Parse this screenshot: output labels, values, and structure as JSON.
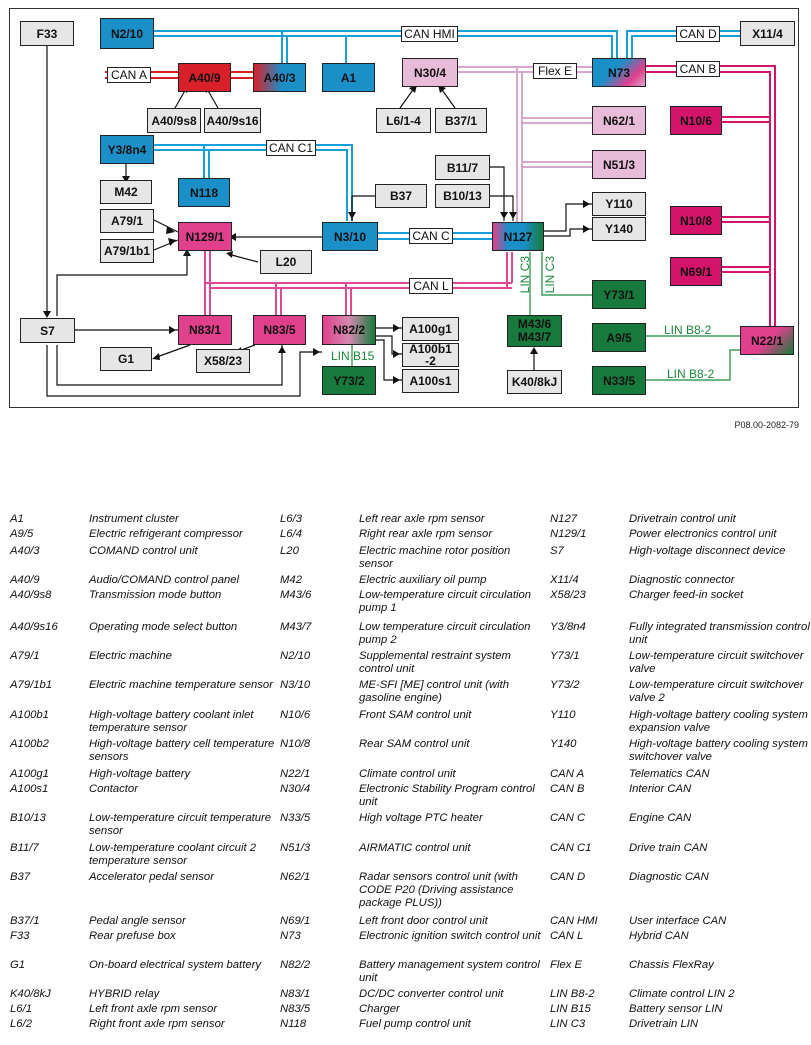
{
  "colors": {
    "can_blue": "#1aa0d8",
    "can_pink": "#e04890",
    "can_lightpink": "#d8a8cc",
    "can_red": "#d42020",
    "lin_green": "#1a8a3a",
    "ecu_blue": "#1a8fc8",
    "ecu_red": "#d8202a",
    "ecu_pink": "#e0408c",
    "ecu_magenta": "#d4146a",
    "ecu_lightpink": "#e8bcd8",
    "ecu_green": "#177a3c",
    "ecu_gray": "#e6e6e6"
  },
  "diagram": {
    "nodes": {
      "F33": "F33",
      "N2_10": "N2/10",
      "X11_4": "X11/4",
      "A40_9": "A40/9",
      "A40_3": "A40/3",
      "A1": "A1",
      "N30_4": "N30/4",
      "N73": "N73",
      "A40_9s8": "A40/9s8",
      "A40_9s16": "A40/9s16",
      "L6_1_4": "L6/1-4",
      "B37_1": "B37/1",
      "N62_1": "N62/1",
      "N10_6": "N10/6",
      "Y3_8n4": "Y3/8n4",
      "B11_7": "B11/7",
      "N51_3": "N51/3",
      "M42": "M42",
      "N118": "N118",
      "B37": "B37",
      "B10_13": "B10/13",
      "Y110": "Y110",
      "N10_8": "N10/8",
      "A79_1": "A79/1",
      "N129_1": "N129/1",
      "N3_10": "N3/10",
      "N127": "N127",
      "Y140": "Y140",
      "A79_1b1": "A79/1b1",
      "L20": "L20",
      "N69_1": "N69/1",
      "Y73_1": "Y73/1",
      "S7": "S7",
      "N83_1": "N83/1",
      "N83_5": "N83/5",
      "N82_2": "N82/2",
      "A100g1": "A100g1",
      "M43_6_7": "M43/6\nM43/7",
      "A9_5": "A9/5",
      "N22_1": "N22/1",
      "G1": "G1",
      "X58_23": "X58/23",
      "A100b1_2": "A100b1 -2",
      "Y73_2": "Y73/2",
      "A100s1": "A100s1",
      "K40_8kJ": "K40/8kJ",
      "N33_5": "N33/5"
    },
    "bus_labels": {
      "can_hmi": "CAN HMI",
      "can_d": "CAN D",
      "can_a": "CAN A",
      "flex_e": "Flex E",
      "can_b": "CAN B",
      "can_c1": "CAN C1",
      "can_c": "CAN C",
      "can_l": "CAN L"
    },
    "lin_labels": {
      "lin_c3_a": "LIN C3",
      "lin_c3_b": "LIN C3",
      "lin_b15": "LIN B15",
      "lin_b8_2_a": "LIN B8-2",
      "lin_b8_2_b": "LIN B8-2"
    },
    "reference": "P08.00-2082-79"
  },
  "legend": {
    "col1": [
      {
        "code": "A1",
        "desc": "Instrument cluster"
      },
      {
        "code": "A9/5",
        "desc": "Electric refrigerant compressor"
      },
      {
        "code": "A40/3",
        "desc": "COMAND control unit"
      },
      {
        "code": "A40/9",
        "desc": "Audio/COMAND control panel"
      },
      {
        "code": "A40/9s8",
        "desc": "Transmission mode button"
      },
      {
        "code": "A40/9s16",
        "desc": "Operating mode select button"
      },
      {
        "code": "A79/1",
        "desc": "Electric machine"
      },
      {
        "code": "A79/1b1",
        "desc": "Electric machine temperature sensor"
      },
      {
        "code": "A100b1",
        "desc": "High-voltage battery coolant inlet temperature sensor"
      },
      {
        "code": "A100b2",
        "desc": "High-voltage battery cell temperature sensors"
      },
      {
        "code": "A100g1",
        "desc": "High-voltage battery"
      },
      {
        "code": "A100s1",
        "desc": "Contactor"
      },
      {
        "code": "B10/13",
        "desc": "Low-temperature circuit temperature sensor"
      },
      {
        "code": "B11/7",
        "desc": "Low-temperature coolant circuit 2 temperature sensor"
      },
      {
        "code": "B37",
        "desc": "Accelerator pedal sensor"
      },
      {
        "code": "B37/1",
        "desc": "Pedal angle sensor"
      },
      {
        "code": "F33",
        "desc": "Rear prefuse box"
      },
      {
        "code": "G1",
        "desc": "On-board electrical system battery"
      },
      {
        "code": "K40/8kJ",
        "desc": "HYBRID relay"
      },
      {
        "code": "L6/1",
        "desc": "Left front axle rpm sensor"
      },
      {
        "code": "L6/2",
        "desc": "Right front axle rpm sensor"
      }
    ],
    "col2": [
      {
        "code": "L6/3",
        "desc": "Left rear axle rpm sensor"
      },
      {
        "code": "L6/4",
        "desc": "Right rear axle rpm sensor"
      },
      {
        "code": "L20",
        "desc": "Electric machine rotor position sensor"
      },
      {
        "code": "M42",
        "desc": "Electric auxiliary oil pump"
      },
      {
        "code": "M43/6",
        "desc": "Low-temperature circuit circulation pump 1"
      },
      {
        "code": "M43/7",
        "desc": "Low temperature circuit circulation pump 2"
      },
      {
        "code": "N2/10",
        "desc": "Supplemental restraint system control unit"
      },
      {
        "code": "N3/10",
        "desc": "ME-SFI [ME] control unit (with gasoline engine)"
      },
      {
        "code": "N10/6",
        "desc": "Front SAM control unit"
      },
      {
        "code": "N10/8",
        "desc": "Rear SAM control unit"
      },
      {
        "code": "N22/1",
        "desc": "Climate control unit"
      },
      {
        "code": "N30/4",
        "desc": "Electronic Stability Program control unit"
      },
      {
        "code": "N33/5",
        "desc": "High voltage PTC heater"
      },
      {
        "code": "N51/3",
        "desc": "AIRMATIC control unit"
      },
      {
        "code": "N62/1",
        "desc": "Radar sensors control unit (with CODE P20 (Driving assistance package PLUS))"
      },
      {
        "code": "N69/1",
        "desc": "Left front door control unit"
      },
      {
        "code": "N73",
        "desc": "Electronic ignition switch control unit"
      },
      {
        "code": "N82/2",
        "desc": "Battery management system control unit"
      },
      {
        "code": "N83/1",
        "desc": "DC/DC converter control unit"
      },
      {
        "code": "N83/5",
        "desc": "Charger"
      },
      {
        "code": "N118",
        "desc": "Fuel pump control unit"
      }
    ],
    "col3": [
      {
        "code": "N127",
        "desc": "Drivetrain control unit"
      },
      {
        "code": "N129/1",
        "desc": "Power electronics control unit"
      },
      {
        "code": "S7",
        "desc": "High-voltage disconnect device"
      },
      {
        "code": "X11/4",
        "desc": "Diagnostic connector"
      },
      {
        "code": "X58/23",
        "desc": "Charger feed-in socket"
      },
      {
        "code": "Y3/8n4",
        "desc": "Fully integrated transmission control unit"
      },
      {
        "code": "Y73/1",
        "desc": "Low-temperature circuit switchover valve"
      },
      {
        "code": "Y73/2",
        "desc": "Low-temperature circuit switchover valve 2"
      },
      {
        "code": "Y110",
        "desc": "High-voltage battery cooling system expansion valve"
      },
      {
        "code": "Y140",
        "desc": "High-voltage battery cooling system switchover valve"
      },
      {
        "code": "CAN A",
        "desc": "Telematics CAN"
      },
      {
        "code": "CAN B",
        "desc": "Interior CAN"
      },
      {
        "code": "CAN C",
        "desc": "Engine CAN"
      },
      {
        "code": "CAN C1",
        "desc": "Drive train CAN"
      },
      {
        "code": "CAN D",
        "desc": "Diagnostic CAN"
      },
      {
        "code": "CAN HMI",
        "desc": "User interface CAN"
      },
      {
        "code": "CAN L",
        "desc": "Hybrid CAN"
      },
      {
        "code": "Flex E",
        "desc": "Chassis FlexRay"
      },
      {
        "code": "LIN B8-2",
        "desc": "Climate control LIN 2"
      },
      {
        "code": "LIN B15",
        "desc": "Battery sensor LIN"
      },
      {
        "code": "LIN C3",
        "desc": "Drivetrain LIN"
      }
    ]
  }
}
